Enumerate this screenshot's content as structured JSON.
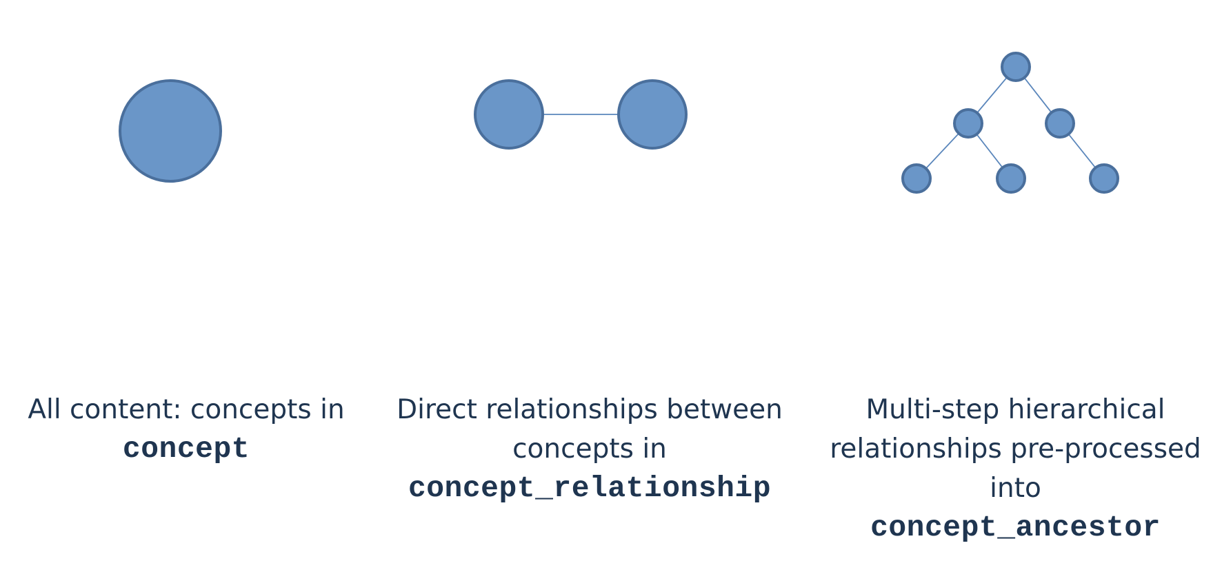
{
  "panels": [
    {
      "id": "concept",
      "caption_text": "All content: concepts in",
      "table_name": "concept"
    },
    {
      "id": "concept-relationship",
      "caption_text": "Direct relationships between concepts in",
      "table_name": "concept_relationship"
    },
    {
      "id": "concept-ancestor",
      "caption_text": "Multi-step hierarchical relationships pre-processed into",
      "table_name": "concept_ancestor"
    }
  ],
  "colors": {
    "node_fill": "#6a96c8",
    "node_stroke": "#4a6f9c",
    "edge": "#5a86bb",
    "text": "#1f3550"
  }
}
